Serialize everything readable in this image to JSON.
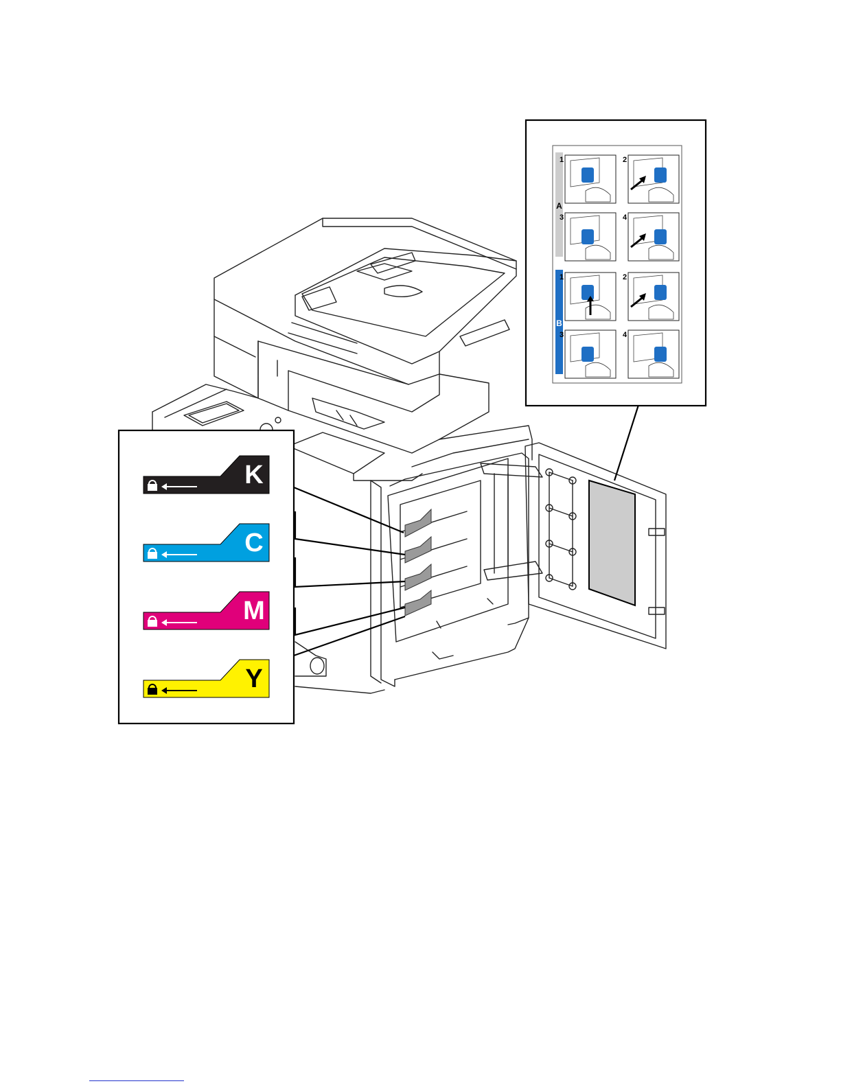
{
  "diagram": {
    "toner_labels": [
      {
        "letter": "K",
        "color": "#231f20",
        "text_color": "#ffffff"
      },
      {
        "letter": "C",
        "color": "#00a0e0",
        "text_color": "#ffffff"
      },
      {
        "letter": "M",
        "color": "#e0007a",
        "text_color": "#ffffff"
      },
      {
        "letter": "Y",
        "color": "#fff200",
        "text_color": "#000000"
      }
    ],
    "instruction_sheet": {
      "sections": [
        {
          "letter": "A",
          "steps": [
            "1",
            "2",
            "3",
            "4"
          ],
          "bar_color": "#cccccc"
        },
        {
          "letter": "B",
          "steps": [
            "1",
            "2",
            "3",
            "4"
          ],
          "bar_color": "#1f6fc4"
        }
      ]
    },
    "icons": [
      "lock-icon",
      "arrow-left-icon"
    ]
  }
}
